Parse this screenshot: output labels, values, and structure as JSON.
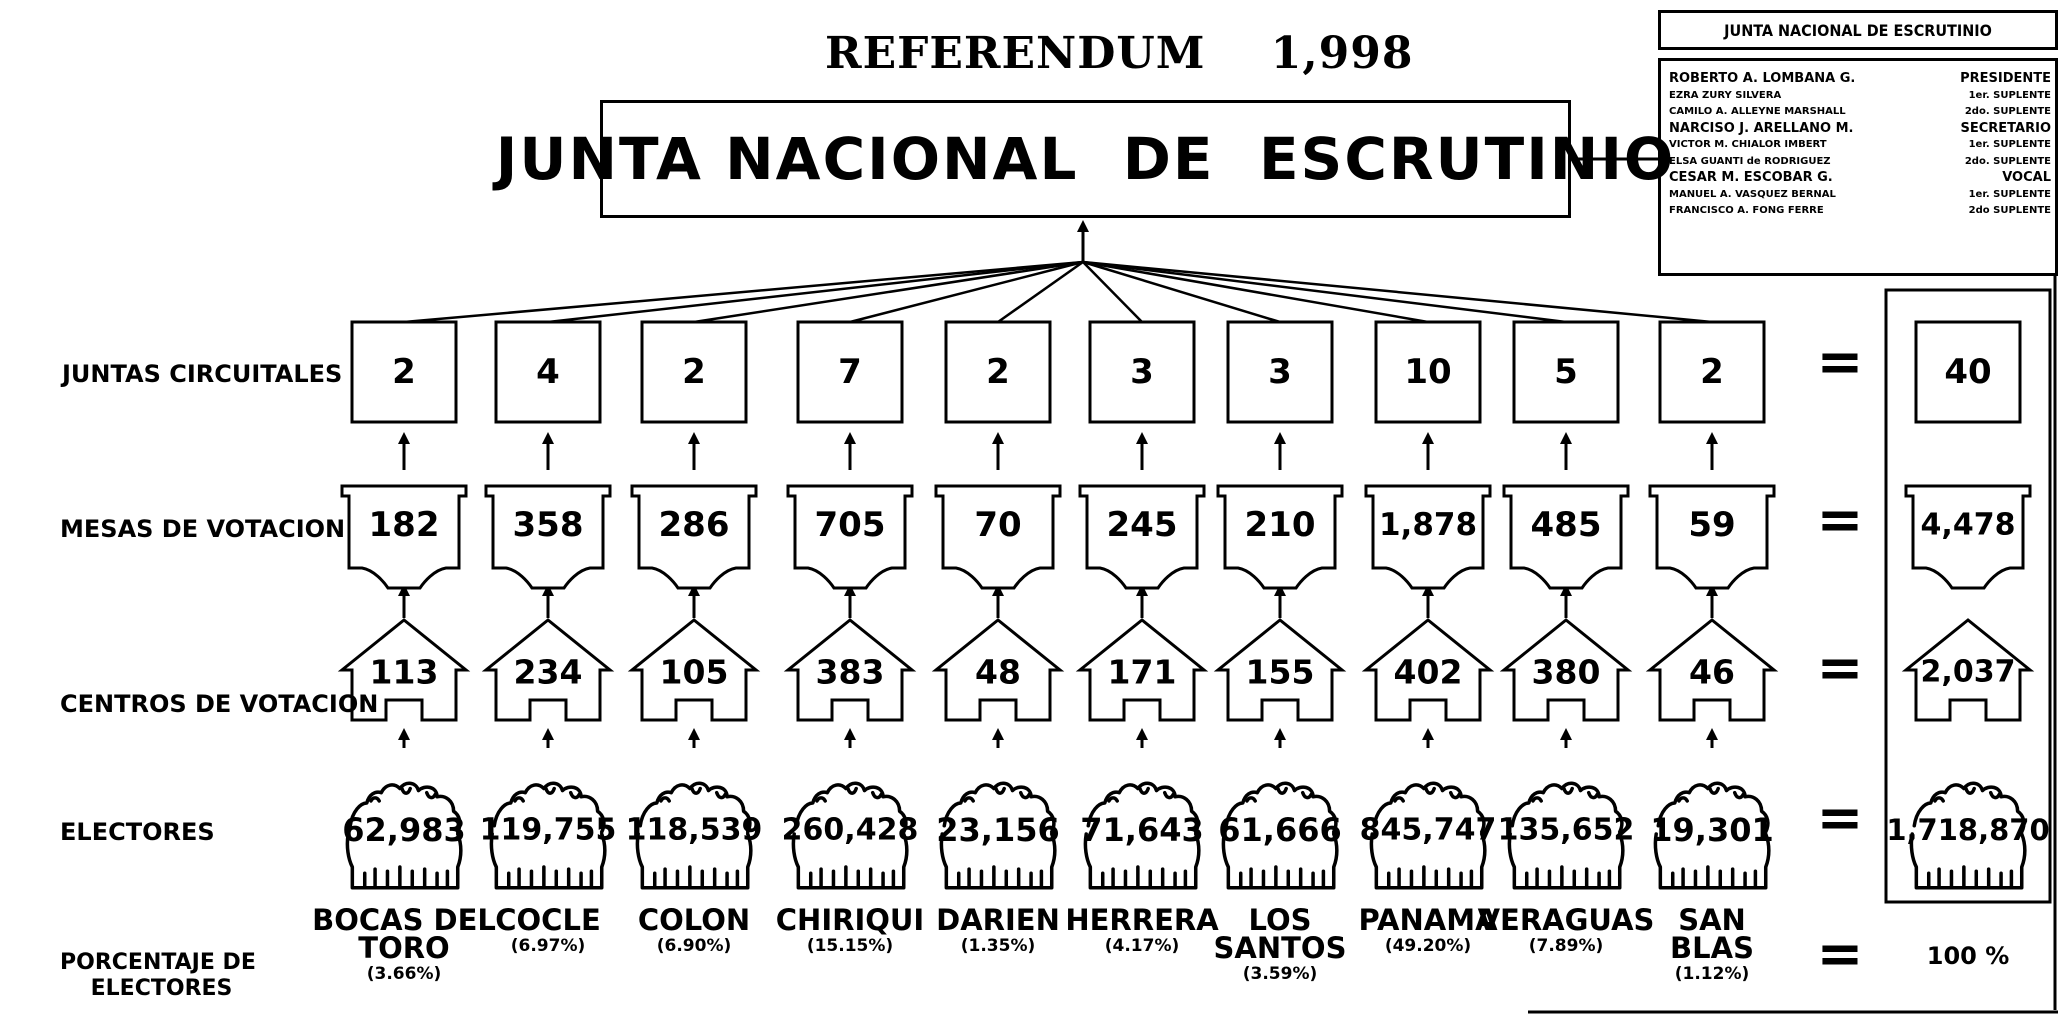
{
  "title": "REFERENDUM    1,998",
  "main_box": "JUNTA NACIONAL  DE  ESCRUTINIO",
  "members_panel": {
    "header": "JUNTA NACIONAL DE ESCRUTINIO",
    "rows": [
      {
        "name": "ROBERTO A. LOMBANA G.",
        "role": "PRESIDENTE",
        "big": true
      },
      {
        "name": "EZRA ZURY SILVERA",
        "role": "1er. SUPLENTE",
        "big": false
      },
      {
        "name": "CAMILO A. ALLEYNE MARSHALL",
        "role": "2do. SUPLENTE",
        "big": false
      },
      {
        "name": "NARCISO J. ARELLANO M.",
        "role": "SECRETARIO",
        "big": true
      },
      {
        "name": "VICTOR M. CHIALOR IMBERT",
        "role": "1er. SUPLENTE",
        "big": false
      },
      {
        "name": "ELSA GUANTI de RODRIGUEZ",
        "role": "2do. SUPLENTE",
        "big": false
      },
      {
        "name": "CESAR M. ESCOBAR G.",
        "role": "VOCAL",
        "big": true
      },
      {
        "name": "MANUEL A. VASQUEZ BERNAL",
        "role": "1er. SUPLENTE",
        "big": false
      },
      {
        "name": "FRANCISCO A. FONG FERRE",
        "role": "2do SUPLENTE",
        "big": false
      }
    ]
  },
  "row_labels": {
    "juntas": "JUNTAS CIRCUITALES",
    "mesas": "MESAS DE VOTACION",
    "centros": "CENTROS DE VOTACION",
    "electores": "ELECTORES",
    "porcentaje": "PORCENTAJE DE\n    ELECTORES"
  },
  "provinces": [
    {
      "name": "BOCAS DEL\nTORO",
      "juntas": "2",
      "mesas": "182",
      "centros": "113",
      "electores": "62,983",
      "pct": "(3.66%)"
    },
    {
      "name": "COCLE",
      "juntas": "4",
      "mesas": "358",
      "centros": "234",
      "electores": "119,755",
      "pct": "(6.97%)"
    },
    {
      "name": "COLON",
      "juntas": "2",
      "mesas": "286",
      "centros": "105",
      "electores": "118,539",
      "pct": "(6.90%)"
    },
    {
      "name": "CHIRIQUI",
      "juntas": "7",
      "mesas": "705",
      "centros": "383",
      "electores": "260,428",
      "pct": "(15.15%)"
    },
    {
      "name": "DARIEN",
      "juntas": "2",
      "mesas": "70",
      "centros": "48",
      "electores": "23,156",
      "pct": "(1.35%)"
    },
    {
      "name": "HERRERA",
      "juntas": "3",
      "mesas": "245",
      "centros": "171",
      "electores": "71,643",
      "pct": "(4.17%)"
    },
    {
      "name": "LOS\nSANTOS",
      "juntas": "3",
      "mesas": "210",
      "centros": "155",
      "electores": "61,666",
      "pct": "(3.59%)"
    },
    {
      "name": "PANAMA",
      "juntas": "10",
      "mesas": "1,878",
      "centros": "402",
      "electores": "845,747",
      "pct": "(49.20%)"
    },
    {
      "name": "VERAGUAS",
      "juntas": "5",
      "mesas": "485",
      "centros": "380",
      "electores": "135,652",
      "pct": "(7.89%)"
    },
    {
      "name": "SAN\nBLAS",
      "juntas": "2",
      "mesas": "59",
      "centros": "46",
      "electores": "19,301",
      "pct": "(1.12%)"
    }
  ],
  "equals": "=",
  "totals": {
    "juntas": "40",
    "mesas": "4,478",
    "centros": "2,037",
    "electores": "1,718,870",
    "pct": "100 %"
  }
}
